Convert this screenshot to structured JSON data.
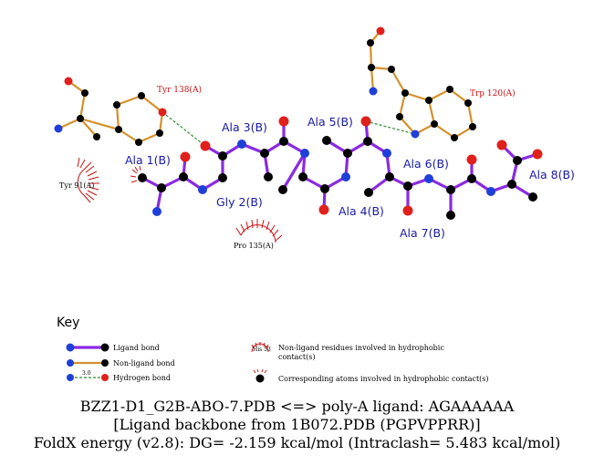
{
  "ligand_labels": {
    "ala1": "Ala 1(B)",
    "gly2": "Gly 2(B)",
    "ala3": "Ala 3(B)",
    "ala4": "Ala 4(B)",
    "ala5": "Ala 5(B)",
    "ala6": "Ala 6(B)",
    "ala7": "Ala 7(B)",
    "ala8": "Ala 8(B)"
  },
  "residue_labels": {
    "tyr138": "Tyr 138(A)",
    "trp120": "Trp 120(A)"
  },
  "hydrophobic_labels": {
    "tyr91": "Tyr 91(A)",
    "pro135": "Pro 135(A)"
  },
  "key": {
    "title": "Key",
    "ligand_bond": "Ligand bond",
    "nonligand_bond": "Non-ligand bond",
    "hydrogen_bond": "Hydrogen bond",
    "hydrophobic_residue": "Non-ligand residues involved in hydrophobic contact(s)",
    "hydrophobic_atoms": "Corresponding atoms involved in hydrophobic contact(s)",
    "hbond_length_example": "3.0",
    "his_example": "His 53"
  },
  "caption": {
    "line1": "BZZ1-D1_G2B-ABO-7.PDB <=> poly-A ligand: AGAAAAAA",
    "line2": "[Ligand backbone from 1B072.PDB (PGPVPPRR)]",
    "line3": "FoldX energy (v2.8): DG= -2.159 kcal/mol (Intraclash= 5.483 kcal/mol)"
  },
  "colors": {
    "ligand_bond": "#8a2be2",
    "nonligand_bond": "#d4912c",
    "hbond": "#2e8b2e",
    "oxygen": "#e0201b",
    "nitrogen": "#1f3fd8",
    "carbon": "#000000",
    "hydrophobic": "#cc1111"
  }
}
